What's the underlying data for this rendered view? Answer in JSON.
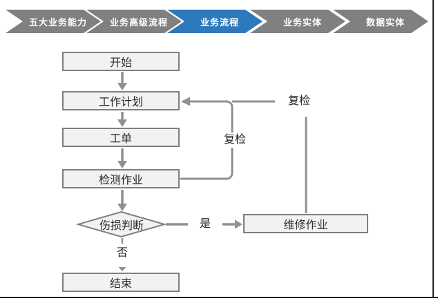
{
  "nav": {
    "items": [
      {
        "label": "五大业务能力",
        "active": false
      },
      {
        "label": "业务高级流程",
        "active": false
      },
      {
        "label": "业务流程",
        "active": true
      },
      {
        "label": "业务实体",
        "active": false
      },
      {
        "label": "数据实体",
        "active": false
      }
    ]
  },
  "colors": {
    "nav_active": "#2E78BC",
    "nav_inactive": "#808080",
    "connector": "#909090",
    "box_fill": "#F2F2F2",
    "box_border": "#7F7F7F"
  },
  "flowchart": {
    "nodes": {
      "start": "开始",
      "work_plan": "工作计划",
      "work_order": "工单",
      "inspection": "检测作业",
      "damage_decision": "伤损判断",
      "repair": "维修作业",
      "end": "结束"
    },
    "edge_labels": {
      "yes": "是",
      "no": "否",
      "recheck_inner": "复检",
      "recheck_outer": "复检"
    }
  }
}
